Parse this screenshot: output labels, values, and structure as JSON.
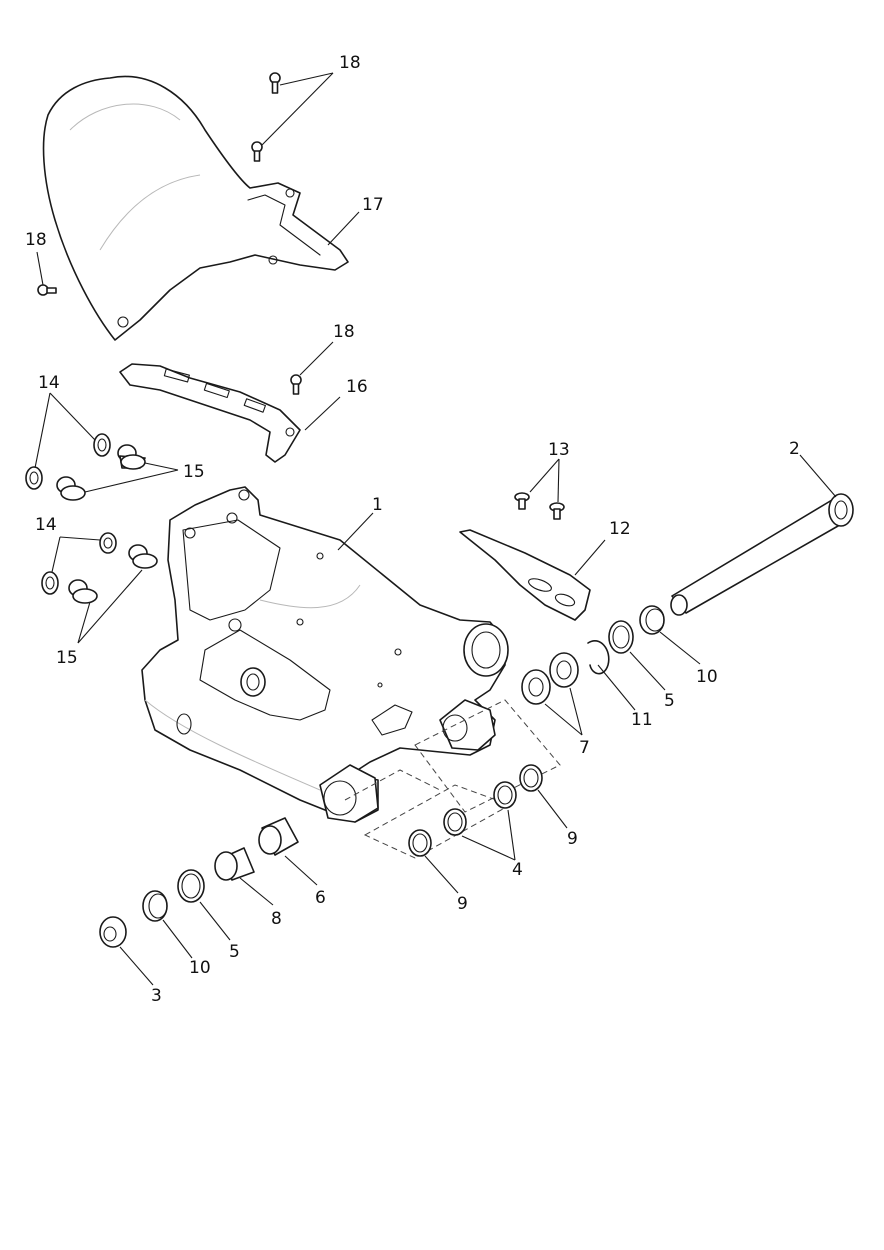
{
  "callouts": {
    "c1": "1",
    "c2": "2",
    "c3": "3",
    "c4": "4",
    "c5a": "5",
    "c5b": "5",
    "c6": "6",
    "c7": "7",
    "c8": "8",
    "c9a": "9",
    "c9b": "9",
    "c10a": "10",
    "c10b": "10",
    "c11": "11",
    "c12": "12",
    "c13": "13",
    "c14a": "14",
    "c14b": "14",
    "c15a": "15",
    "c15b": "15",
    "c16": "16",
    "c17": "17",
    "c18a": "18",
    "c18b": "18",
    "c18c": "18"
  }
}
